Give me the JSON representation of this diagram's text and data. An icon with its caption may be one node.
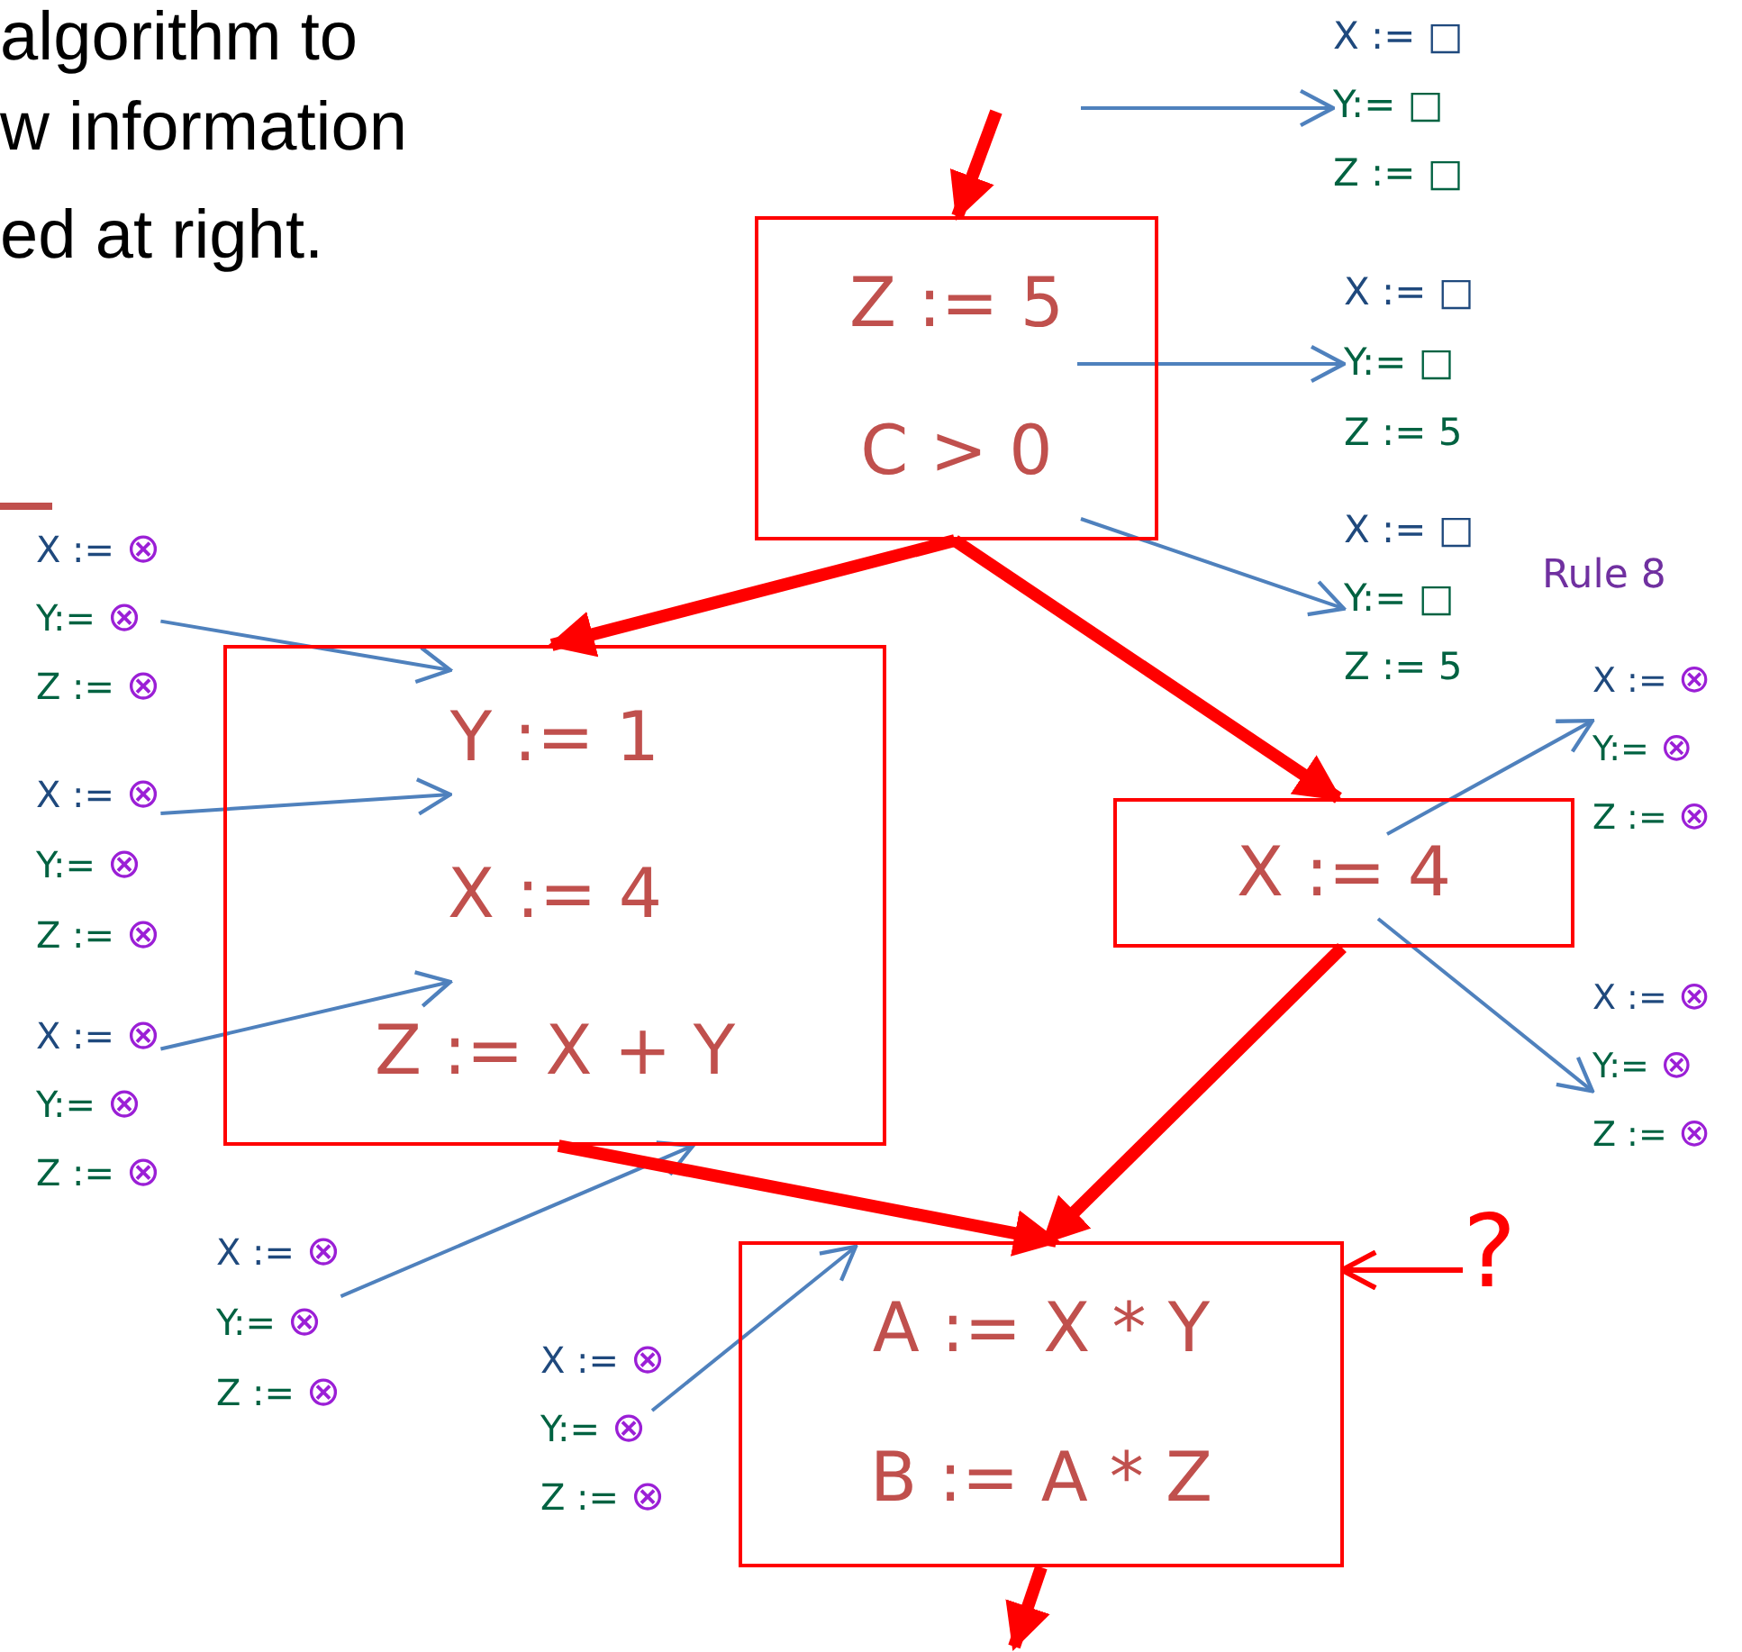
{
  "diagram": {
    "nodes": [
      {
        "text": [
          "X := □",
          "Y:= □",
          "Z := □"
        ]
      },
      {
        "text": [
          "Z := 5",
          "C > 0"
        ]
      },
      {
        "text": [
          "X := □",
          "Y:= □",
          "Z := 5"
        ]
      },
      {
        "text": [
          "X := □",
          "Y:= □",
          "Z := 5"
        ]
      },
      {
        "text": [
          "X := *⊗*",
          "Y:= *⊗*",
          "Z := *⊗*"
        ]
      },
      {
        "text": [
          "Y := 1",
          "X := 4",
          "Z := X + Y"
        ]
      },
      {
        "text": [
          "X := *⊗*",
          "Y:= *⊗*",
          "Z := *⊗*"
        ]
      },
      {
        "text": [
          "X := *⊗*",
          "Y:= *⊗*",
          "Z := *⊗*"
        ]
      },
      {
        "text": [
          "X := 4"
        ]
      },
      {
        "text": [
          "X := *⊗*",
          "Y:= *⊗*",
          "Z := *⊗*"
        ]
      },
      {
        "text": [
          "X := *⊗*",
          "Y:= *⊗*",
          "Z := *⊗*"
        ]
      },
      {
        "text": [
          "X := *⊗*",
          "Y:= *⊗*",
          "Z := *⊗*"
        ]
      },
      {
        "text": [
          "?"
        ]
      },
      {
        "text": [
          "A := X * Y",
          "B := A * Z"
        ]
      },
      {
        "text": [
          "X := *⊗*",
          "Y:= *⊗*",
          "Z := *⊗*"
        ]
      }
    ],
    "edges": [
      {
        "from": null,
        "to": 1,
        "arrow": "to",
        "style": "thick",
        "color": "#ff0000"
      },
      {
        "from": null,
        "to": 0,
        "arrow": "to"
      },
      {
        "from": 1,
        "to": 2,
        "arrow": "to"
      },
      {
        "from": 1,
        "to": 3,
        "arrow": "to"
      },
      {
        "from": 1,
        "to": 5,
        "arrow": "to",
        "style": "thick",
        "color": "#ff0000"
      },
      {
        "from": 1,
        "to": 8,
        "arrow": "to",
        "style": "thick",
        "color": "#ff0000"
      },
      {
        "from": 4,
        "to": 5,
        "arrow": "to"
      },
      {
        "from": 7,
        "to": 5,
        "arrow": "to"
      },
      {
        "from": 9,
        "to": 5,
        "arrow": "to"
      },
      {
        "from": 8,
        "to": 6,
        "arrow": "to"
      },
      {
        "from": 8,
        "to": 10,
        "arrow": "to"
      },
      {
        "from": 11,
        "to": 5,
        "arrow": "to"
      },
      {
        "from": 14,
        "to": 13,
        "arrow": "to"
      },
      {
        "from": 5,
        "to": 13,
        "arrow": "to",
        "style": "thick",
        "color": "#ff0000"
      },
      {
        "from": 8,
        "to": 13,
        "arrow": "to",
        "style": "thick",
        "color": "#ff0000"
      },
      {
        "from": 12,
        "to": 13,
        "arrow": "to",
        "color": "#ff0000"
      },
      {
        "from": 13,
        "to": null,
        "arrow": "to",
        "style": "thick",
        "color": "#ff0000"
      }
    ],
    "labels": [
      "algorithm to",
      "w information",
      "ed at right.",
      "Rule 8"
    ]
  }
}
